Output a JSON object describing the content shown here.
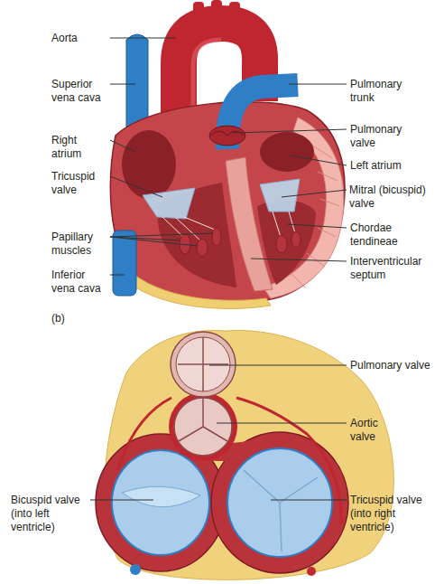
{
  "diagram": {
    "labels": [
      "Aorta",
      "Superior vena cava",
      "Right atrium",
      "Tricuspid valve",
      "Papillary muscles",
      "Inferior vena cava",
      "Pulmonary trunk",
      "Pulmonary valve",
      "Left atrium",
      "Mitral (bicuspid) valve",
      "Chordae tendineae",
      "Interventricular septum",
      "(b)",
      "Pulmonary valve",
      "Aortic valve",
      "Bicuspid valve (into left ventricle)",
      "Tricuspid valve (into right ventricle)"
    ]
  }
}
